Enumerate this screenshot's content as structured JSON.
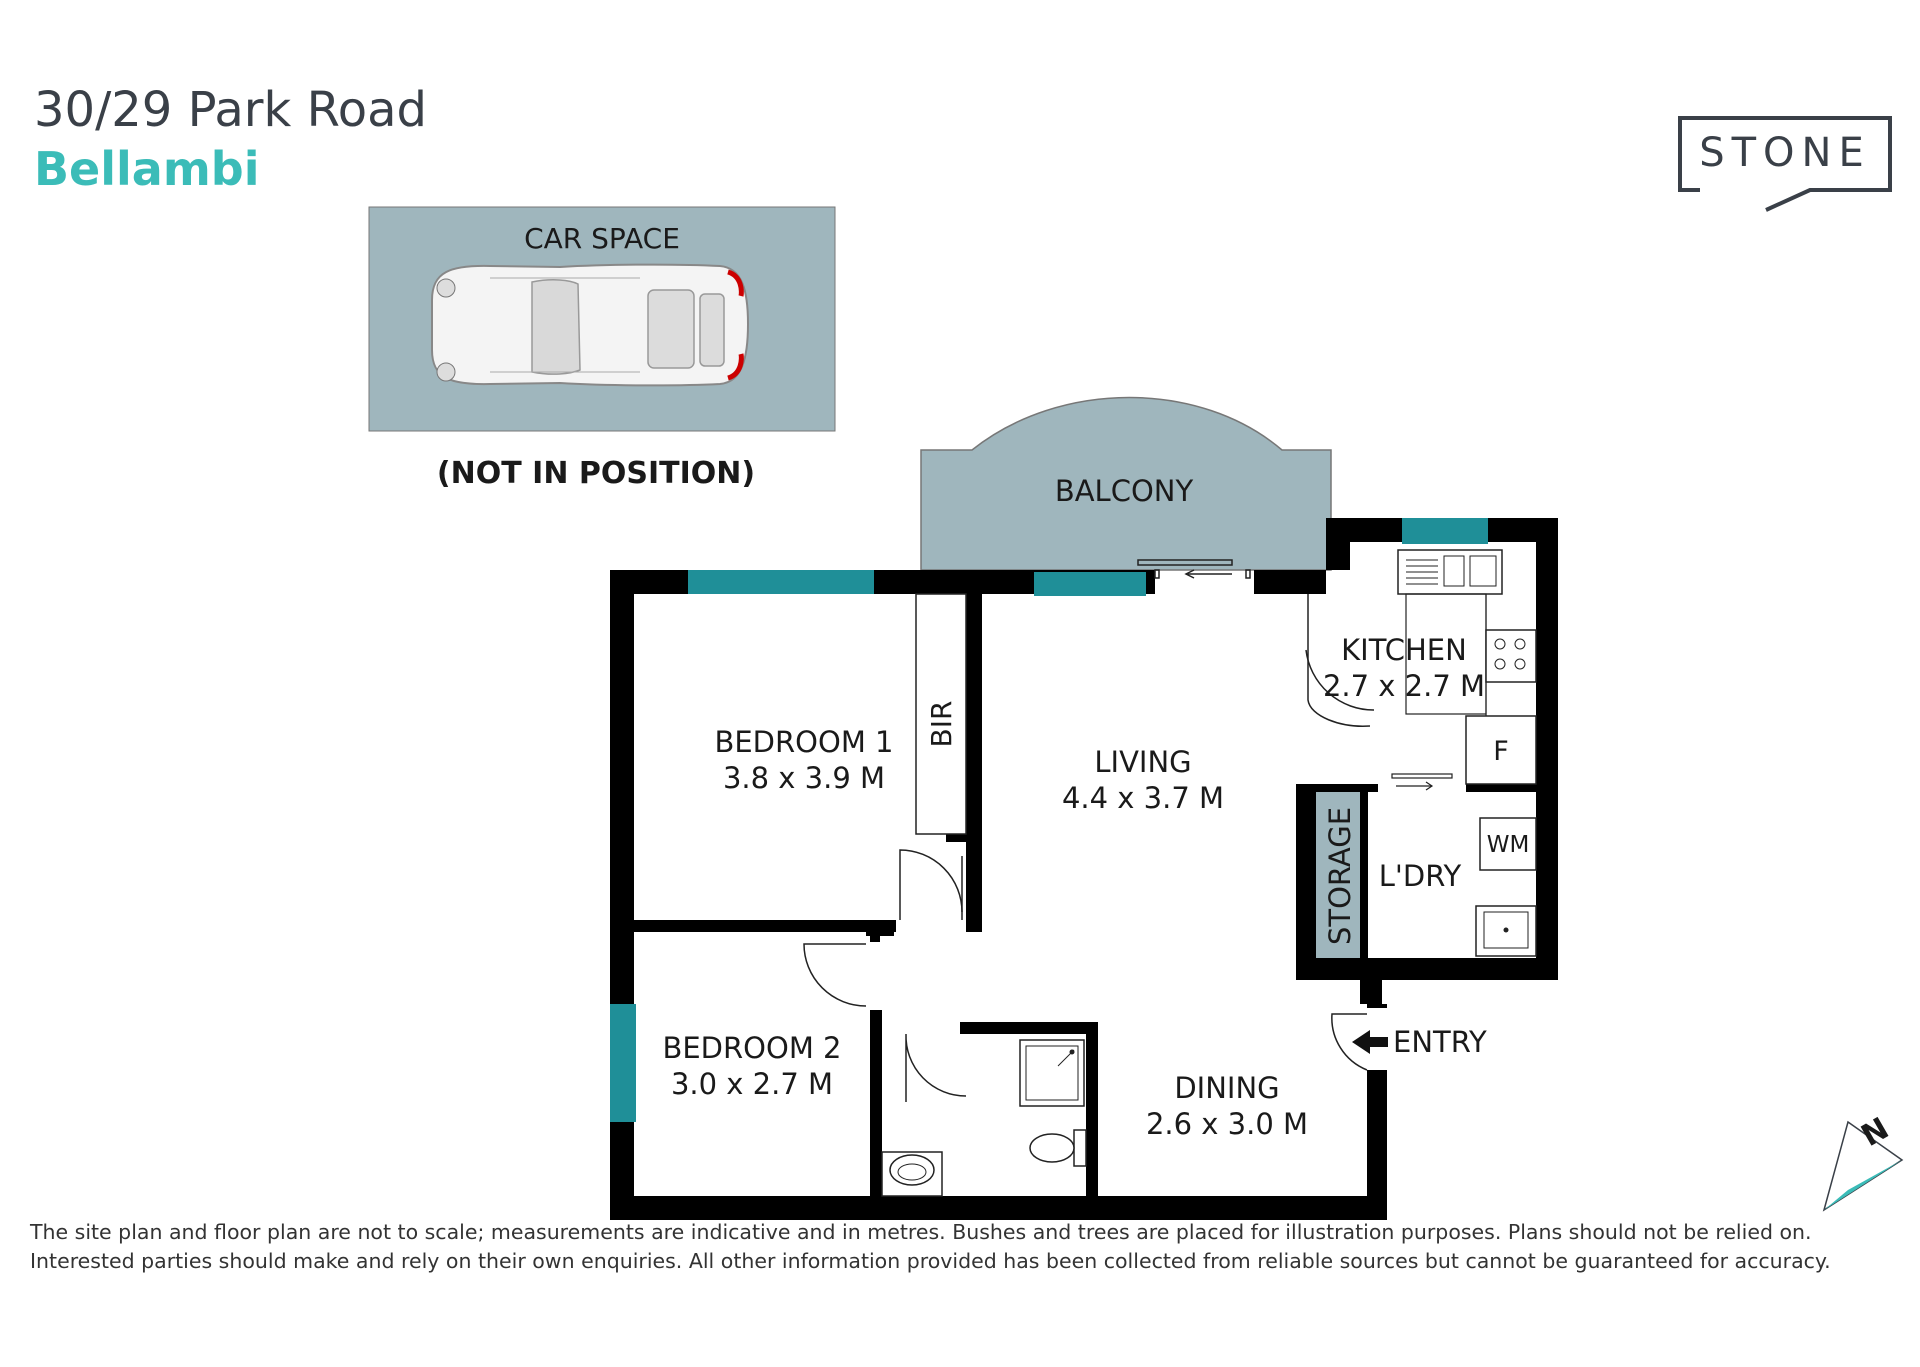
{
  "header": {
    "address": "30/29 Park Road",
    "suburb": "Bellambi"
  },
  "brand": {
    "name": "STONE"
  },
  "car_space": {
    "label": "CAR SPACE",
    "note": "(NOT IN POSITION)"
  },
  "rooms": {
    "balcony": {
      "label": "BALCONY"
    },
    "kitchen": {
      "label": "KITCHEN",
      "size": "2.7 x 2.7 M"
    },
    "bedroom1": {
      "label": "BEDROOM 1",
      "size": "3.8 x 3.9 M"
    },
    "bir": {
      "label": "BIR"
    },
    "living": {
      "label": "LIVING",
      "size": "4.4 x 3.7 M"
    },
    "fridge": {
      "label": "F"
    },
    "storage": {
      "label": "STORAGE"
    },
    "laundry": {
      "label": "L'DRY"
    },
    "washing_machine": {
      "label": "WM"
    },
    "bedroom2": {
      "label": "BEDROOM 2",
      "size": "3.0 x 2.7 M"
    },
    "dining": {
      "label": "DINING",
      "size": "2.6 x 3.0 M"
    },
    "entry": {
      "label": "ENTRY"
    }
  },
  "compass": {
    "label": "N"
  },
  "disclaimer": {
    "line1": "The site plan and floor plan are not to scale; measurements are indicative and in metres. Bushes and trees are placed for illustration purposes. Plans should not be relied on.",
    "line2": "Interested parties should make and rely on their own enquiries. All other information provided has been collected from reliable sources but cannot be guaranteed for accuracy."
  },
  "colors": {
    "wall": "#000000",
    "window": "#1f8f98",
    "outdoor": "#9fb6bd",
    "accent": "#3bbcb8",
    "text": "#3a4048"
  }
}
